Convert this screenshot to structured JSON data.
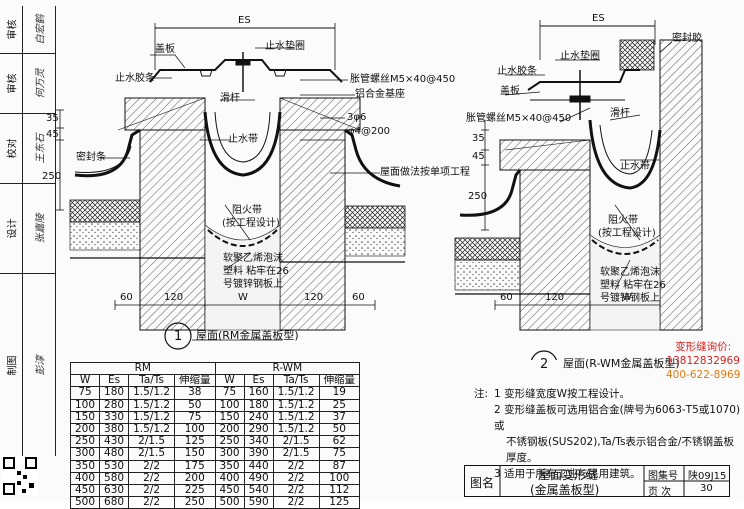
{
  "side_strip": [
    {
      "label": "审核",
      "sig": "白宏鹤"
    },
    {
      "label": "审核",
      "sig": "何万灵"
    },
    {
      "label": "校对",
      "sig": "王东石"
    },
    {
      "label": "设计",
      "sig": "张嘉陵"
    },
    {
      "label": "制图",
      "sig": "彭淳"
    }
  ],
  "diagram1": {
    "es": "ES",
    "labels": {
      "gaiban": "盖板",
      "zhishui_dianquan": "止水垫圈",
      "zhishui_jiaotiao": "止水胶条",
      "pengzhang_luosi": "胀管螺丝M5×40@450",
      "lvhejin_jizuo": "铝合金基座",
      "huagan": "滑杆",
      "zhishuidai": "止水带",
      "steel_a": "3φ6",
      "steel_b": "φ4@200",
      "mifengtiao": "密封条",
      "wumian": "屋面做法按单项工程",
      "zuhuodai": "阻火带",
      "zuhuodai2": "(按工程设计)",
      "fill1": "软聚乙烯泡沫",
      "fill2": "塑料 粘牢在26",
      "fill3": "号镀锌钢板上"
    },
    "dims": {
      "d35": "35",
      "d45": "45",
      "d250": "250",
      "d60a": "60",
      "d120a": "120",
      "dW": "W",
      "d120b": "120",
      "d60b": "60"
    },
    "num": "1",
    "caption": "屋面(RM金属盖板型)"
  },
  "diagram2": {
    "es": "ES",
    "labels": {
      "mifengban": "密封胶",
      "zhishui_dianquan": "止水垫圈",
      "zhishui_jiaotiao": "止水胶条",
      "gaiban": "盖板",
      "pengzhang_luosi": "胀管螺丝M5×40@450",
      "huagan": "滑杆",
      "zhishuidai": "止水带",
      "zuhuodai": "阻火带",
      "zuhuodai2": "(按工程设计)",
      "fill1": "软聚乙烯泡沫",
      "fill2": "塑料 粘牢在26",
      "fill3": "号镀锌钢板上"
    },
    "dims": {
      "d35": "35",
      "d45": "45",
      "d250": "250",
      "d60": "60",
      "d120": "120",
      "dW": "W"
    },
    "num": "2",
    "caption": "屋面(R-WM金属盖板型)"
  },
  "table": {
    "group_headers": [
      "RM",
      "R-WM"
    ],
    "headers": [
      "W",
      "Es",
      "Ta/Ts",
      "伸缩量",
      "W",
      "Es",
      "Ta/Ts",
      "伸缩量"
    ],
    "rows": [
      [
        "75",
        "180",
        "1.5/1.2",
        "38",
        "75",
        "160",
        "1.5/1.2",
        "19"
      ],
      [
        "100",
        "280",
        "1.5/1.2",
        "50",
        "100",
        "180",
        "1.5/1.2",
        "25"
      ],
      [
        "150",
        "330",
        "1.5/1.2",
        "75",
        "150",
        "240",
        "1.5/1.2",
        "37"
      ],
      [
        "200",
        "380",
        "1.5/1.2",
        "100",
        "200",
        "290",
        "1.5/1.2",
        "50"
      ],
      [
        "250",
        "430",
        "2/1.5",
        "125",
        "250",
        "340",
        "2/1.5",
        "62"
      ],
      [
        "300",
        "480",
        "2/1.5",
        "150",
        "300",
        "390",
        "2/1.5",
        "75"
      ],
      [
        "350",
        "530",
        "2/2",
        "175",
        "350",
        "440",
        "2/2",
        "87"
      ],
      [
        "400",
        "580",
        "2/2",
        "200",
        "400",
        "490",
        "2/2",
        "100"
      ],
      [
        "450",
        "630",
        "2/2",
        "225",
        "450",
        "540",
        "2/2",
        "112"
      ],
      [
        "500",
        "680",
        "2/2",
        "250",
        "500",
        "590",
        "2/2",
        "125"
      ]
    ]
  },
  "notes": {
    "head": "注:",
    "lines": [
      "1  变形缝宽度W按工程设计。",
      "2  变形缝盖板可选用铝合金(牌号为6063-T5或1070)或",
      "不锈钢板(SUS202),Ta/Ts表示铝合金/不锈钢盖板厚度。",
      "3  适用于所有工业与民用建筑。"
    ]
  },
  "promo": {
    "line1": "变形缝询价:",
    "line2": "13812832969",
    "line3": "400-622-8969",
    "color_red": "#d62020",
    "color_orange": "#e07a10"
  },
  "title_block": {
    "tuming": "图名",
    "title1": "屋面变形缝",
    "title2": "(金属盖板型)",
    "tujihao_label": "图集号",
    "tujihao": "陕09J15",
    "page_label": "页  次",
    "page": "30"
  }
}
